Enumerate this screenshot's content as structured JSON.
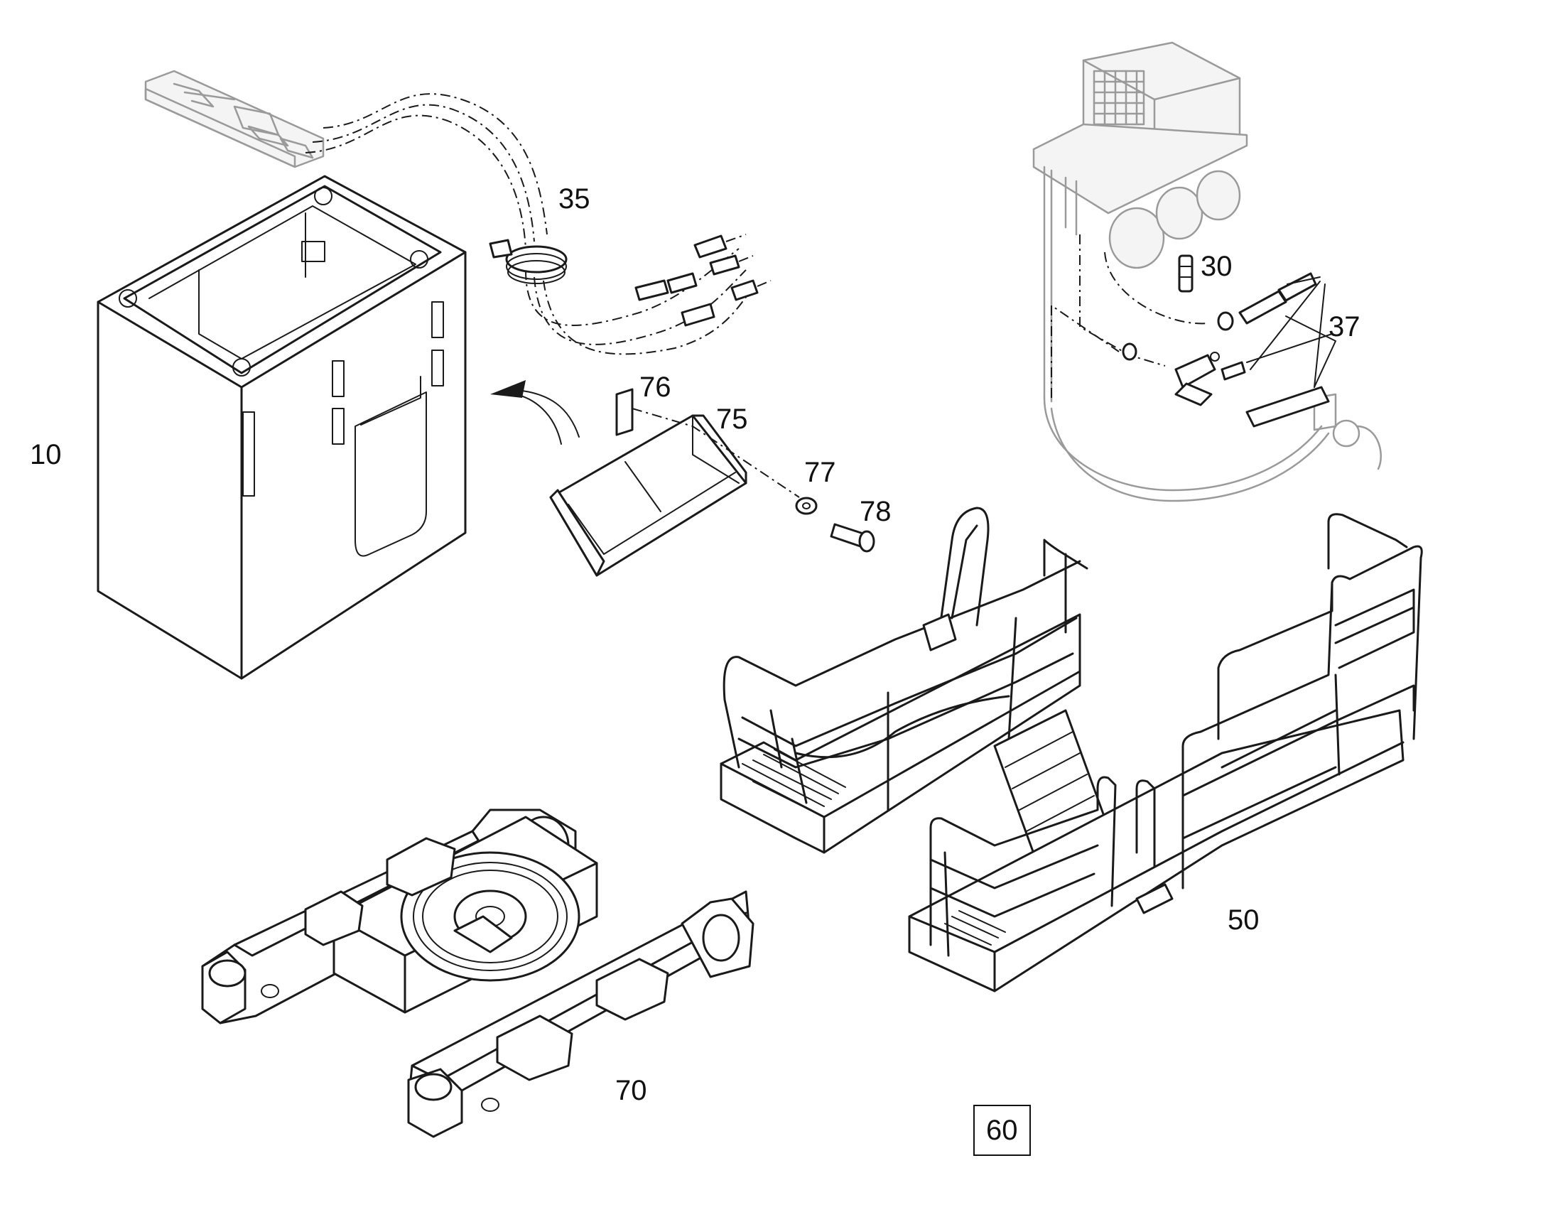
{
  "diagram": {
    "callouts": {
      "c10": "10",
      "c35": "35",
      "c30": "30",
      "c37": "37",
      "c76": "76",
      "c75": "75",
      "c77": "77",
      "c78": "78",
      "c50": "50",
      "c70": "70",
      "c60": "60"
    }
  }
}
